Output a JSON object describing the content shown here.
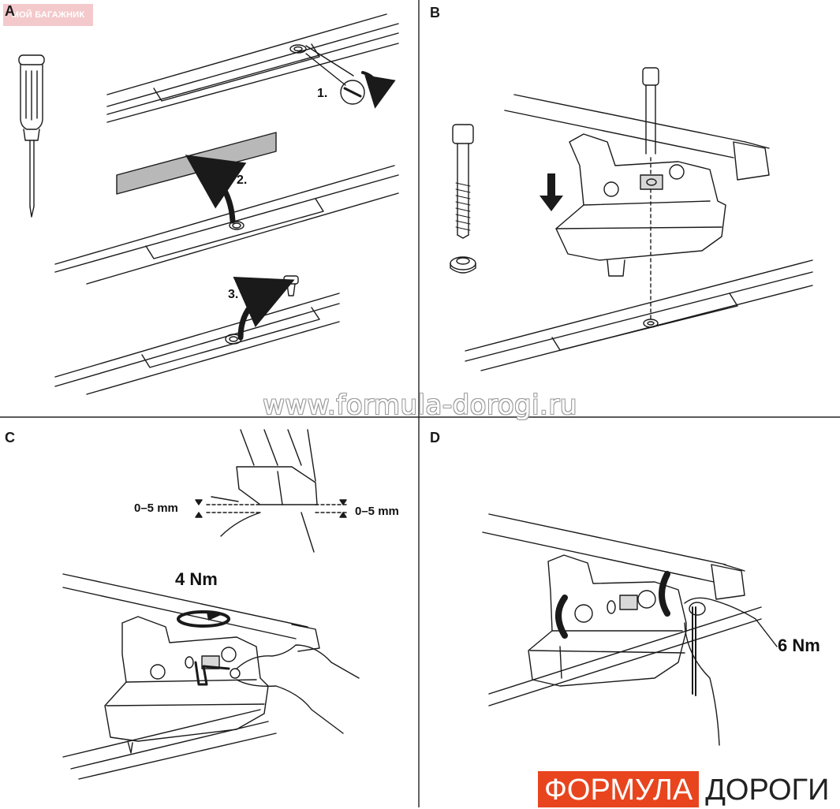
{
  "stamp": "МОЙ БАГАЖНИК",
  "panels": {
    "a": {
      "letter": "A",
      "steps": [
        "1.",
        "2.",
        "3."
      ]
    },
    "b": {
      "letter": "B"
    },
    "c": {
      "letter": "C",
      "gap_left": "0–5 mm",
      "gap_right": "0–5 mm",
      "torque": "4 Nm"
    },
    "d": {
      "letter": "D",
      "torque": "6 Nm"
    }
  },
  "watermark": "www.formula-dorogi.ru",
  "logo": {
    "red_text": "ФОРМУЛА",
    "white_text": "ДОРОГИ",
    "accent": "#e8451f"
  }
}
